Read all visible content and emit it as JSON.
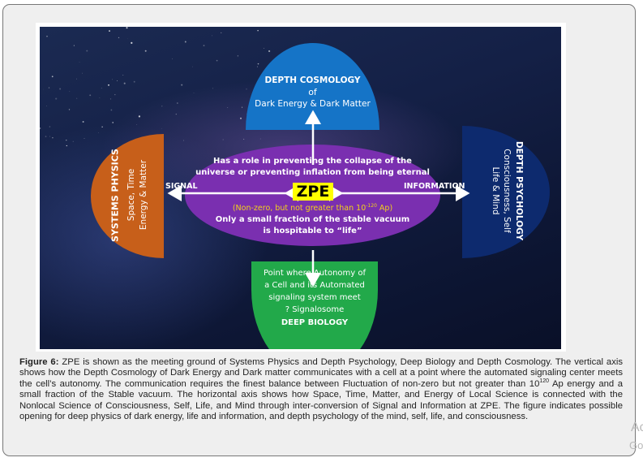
{
  "figure": {
    "top_box": {
      "title": "DEPTH  COSMOLOGY",
      "of": "of",
      "subtitle": "Dark Energy & Dark Matter",
      "color": "#1574c7"
    },
    "left_box": {
      "title": "SYSTEMS PHYSICS",
      "line1": "Space, Time",
      "line2": "Energy & Matter",
      "color": "#c75f1a"
    },
    "right_box": {
      "title": "DEPTH  PSYCHOLOGY",
      "line1": "Consciousness, Self",
      "line2": "Life & Mind",
      "color": "#0d2a6e"
    },
    "bottom_box": {
      "line1": "Point where Autonomy of",
      "line2": "a Cell and its Automated",
      "line3": "signaling system meet",
      "line4": "? Signalosome",
      "title": "DEEP BIOLOGY",
      "color": "#22a94a"
    },
    "center": {
      "line1": "Has a role in preventing the collapse of the",
      "line2": "universe or preventing inflation from being eternal",
      "label": "ZPE",
      "note_prefix": "(Non-zero, but not greater than 10",
      "note_exponent": "-120",
      "note_suffix": " Ap)",
      "line3": "Only a small fraction of the stable vacuum",
      "line4": "is hospitable to “life”",
      "color": "#7a2fb0",
      "highlight": "#ffff00",
      "note_color": "#f2d21a"
    },
    "arrow_labels": {
      "left": "SIGNAL",
      "right": "INFORMATION"
    }
  },
  "caption": {
    "label": "Figure 6:",
    "part1": " ZPE is shown as the meeting ground of Systems Physics and Depth Psychology, Deep Biology and Depth Cosmology. The vertical axis shows how the Depth Cosmology of Dark Energy and Dark matter communicates with a cell at a point where the automated signaling center meets the cell’s autonomy. The communication requires the finest balance between Fluctuation of non-zero but not greater than 10",
    "exponent": "120",
    "part2": " Ap energy and a small fraction of the Stable vacuum. The horizontal axis shows how Space, Time, Matter, and Energy of Local Science is connected with the Nonlocal Science of Consciousness, Self, Life, and Mind through inter-conversion of Signal and Information at ZPE. The figure indicates possible opening for deep physics of dark energy, life and information, and depth psychology of the mind, self, life, and consciousness."
  },
  "watermark": {
    "line1": "Ac",
    "line2": "Go"
  }
}
